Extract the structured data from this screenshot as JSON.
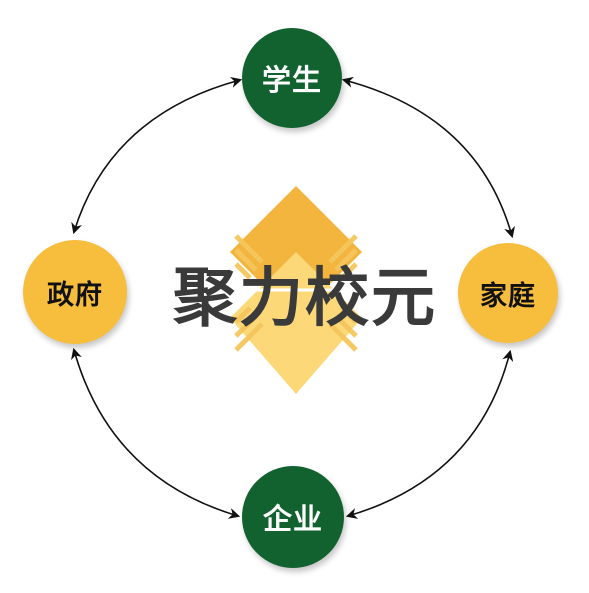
{
  "diagram": {
    "center_title": "聚力校元",
    "nodes": {
      "top": "学生",
      "left": "政府",
      "right": "家庭",
      "bottom": "企业"
    },
    "colors": {
      "green": "#11622f",
      "yellow": "#f7bd3c",
      "logo_dark": "#f0b43c",
      "logo_light": "#fcd36e",
      "title_text": "#3a3a3a",
      "arrow": "#111111"
    }
  }
}
